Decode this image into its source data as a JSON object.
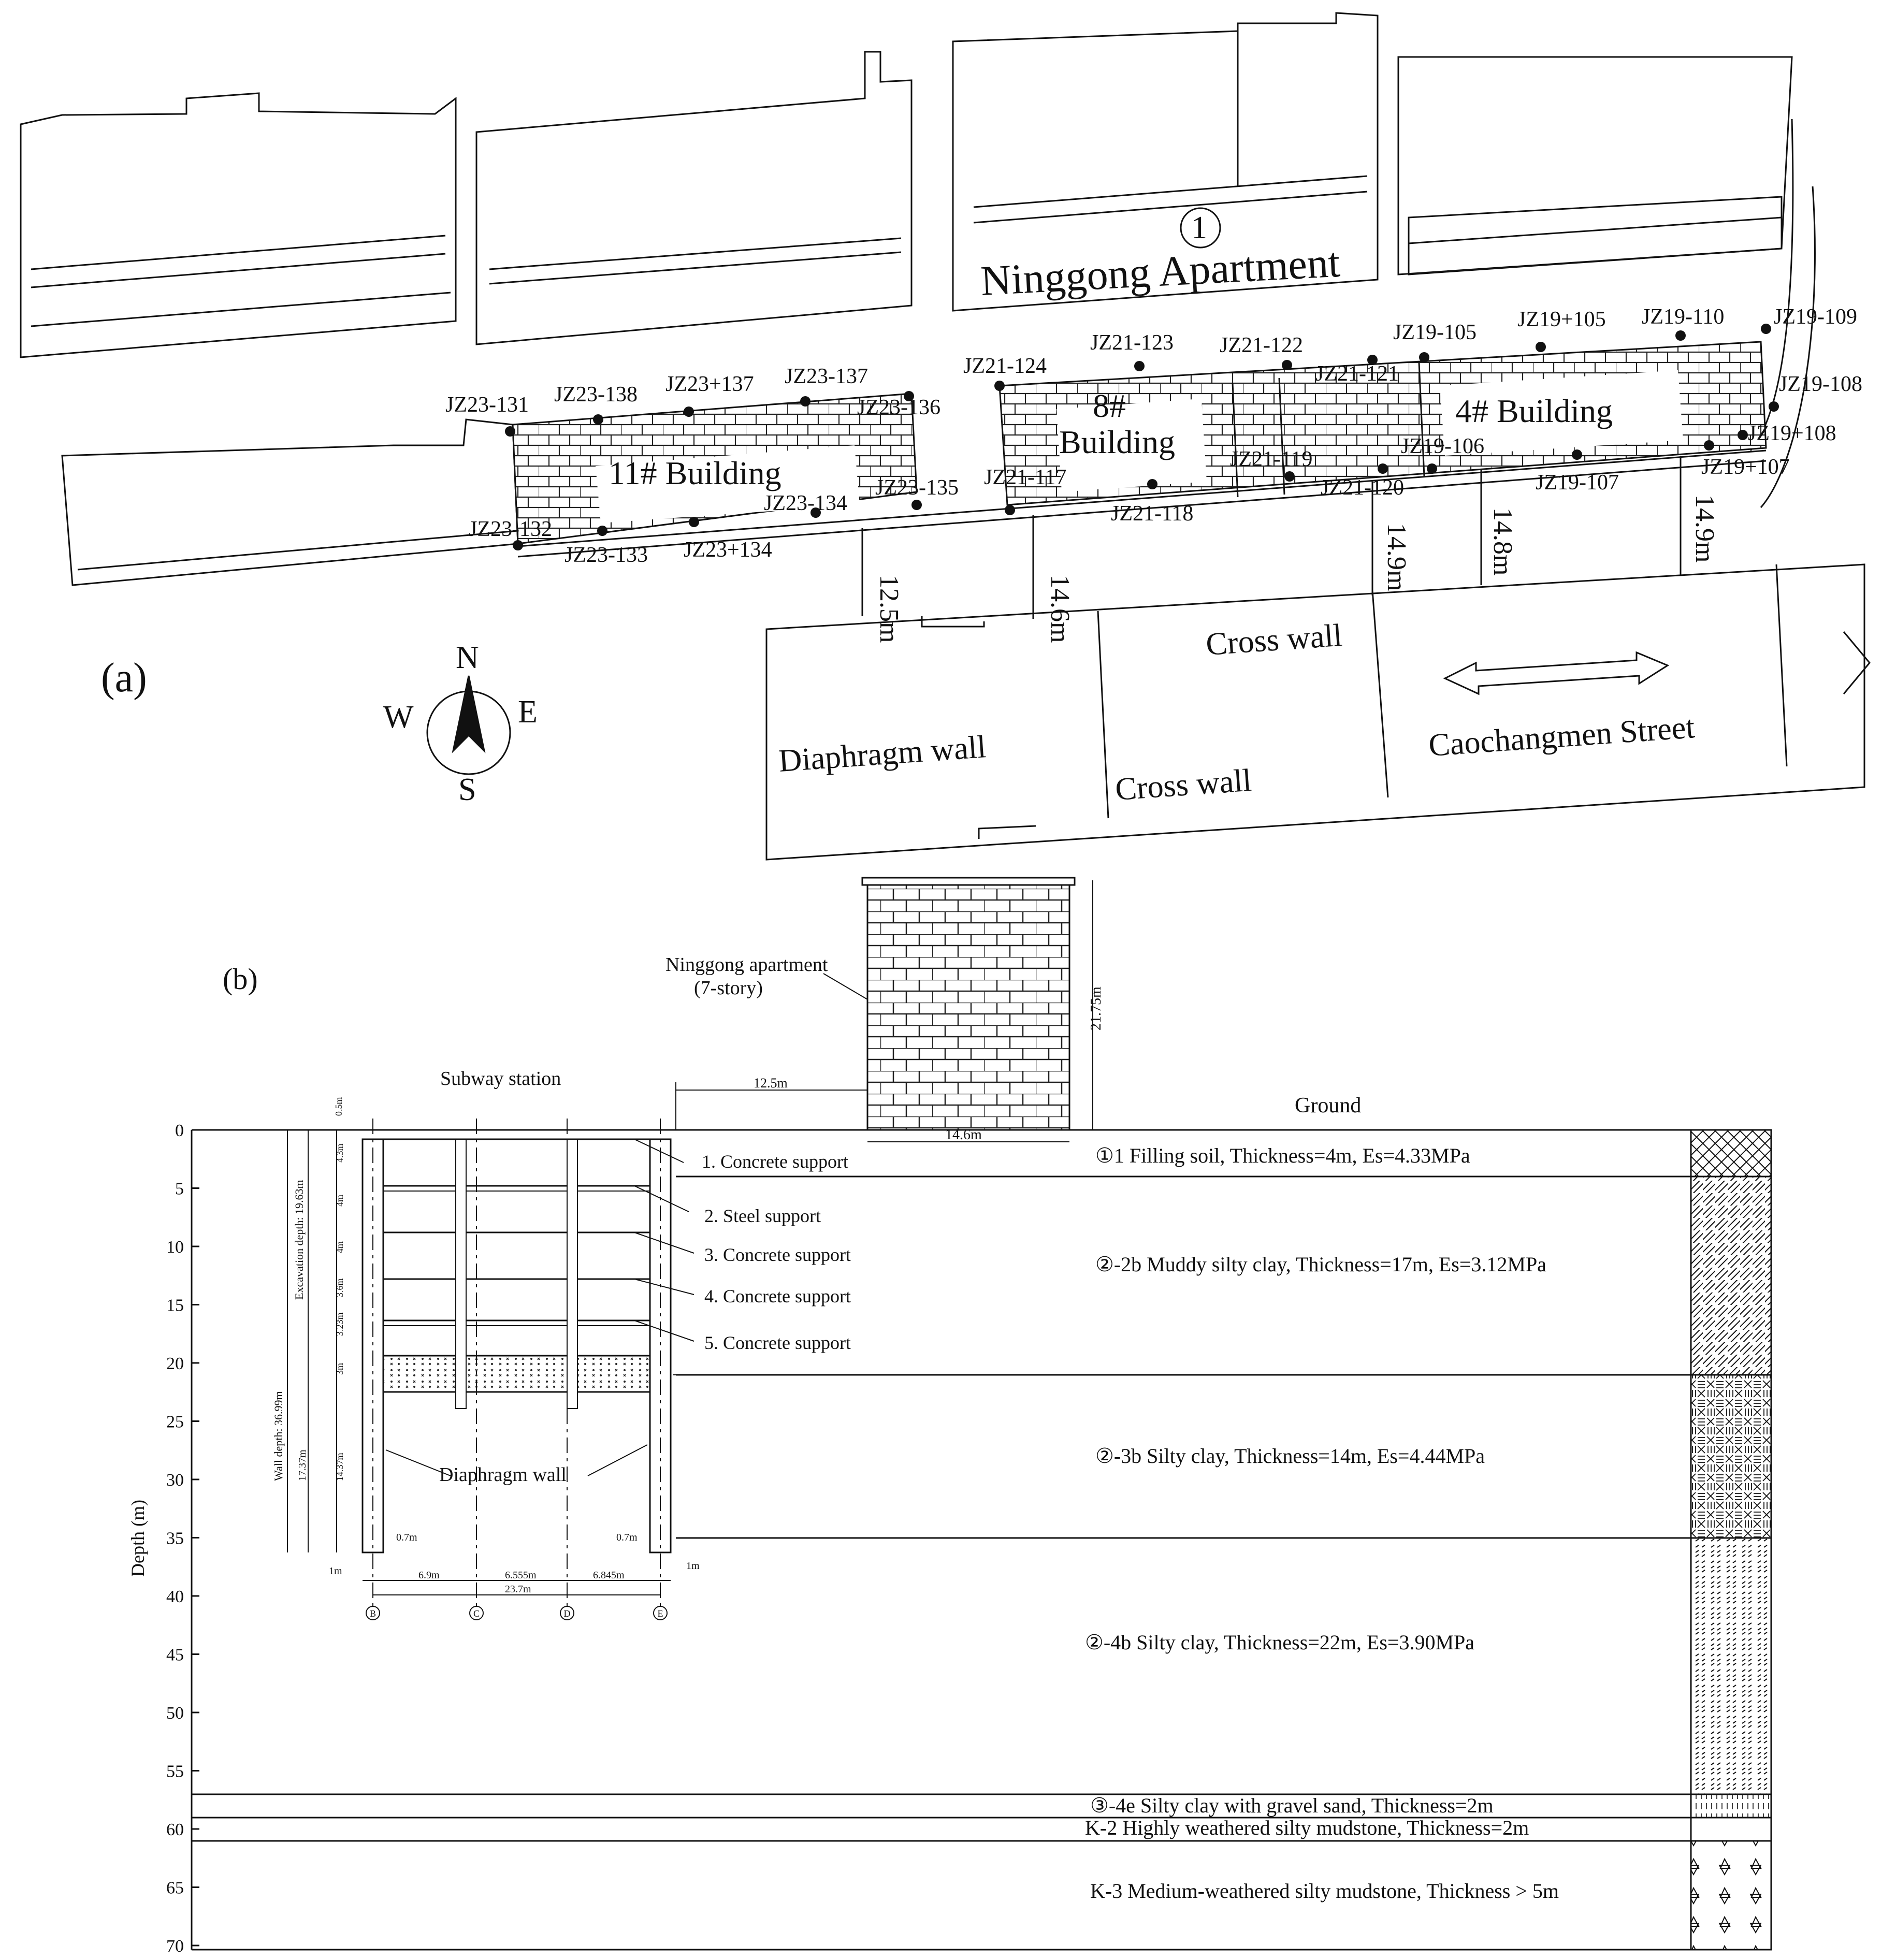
{
  "panel_a": {
    "label": "(a)",
    "apartment": {
      "circle_number": "1",
      "name": "Ninggong Apartment"
    },
    "buildings": [
      "11# Building",
      "8#",
      "Building",
      "4# Building"
    ],
    "monitoring_points": [
      "JZ23-131",
      "JZ23-138",
      "JZ23+137",
      "JZ23-137",
      "JZ23-136",
      "JZ23-135",
      "JZ23-134",
      "JZ23+134",
      "JZ23-133",
      "JZ23-132",
      "JZ21-124",
      "JZ21-123",
      "JZ21-122",
      "JZ21-121",
      "JZ21-119",
      "JZ21-120",
      "JZ21-118",
      "JZ21-117",
      "JZ19-105",
      "JZ19+105",
      "JZ19-110",
      "JZ19-109",
      "JZ19-108",
      "JZ19+108",
      "JZ19+107",
      "JZ19-107",
      "JZ19-106"
    ],
    "distances": [
      "12.5m",
      "14.6m",
      "14.9m",
      "14.8m",
      "14.9m"
    ],
    "station_labels": {
      "diaphragm_wall": "Diaphragm wall",
      "cross_wall_1": "Cross wall",
      "cross_wall_2": "Cross wall",
      "street": "Caochangmen Street"
    },
    "compass": {
      "n": "N",
      "s": "S",
      "e": "E",
      "w": "W"
    }
  },
  "panel_b": {
    "label": "(b)",
    "apartment_label": "Ninggong apartment",
    "apartment_sub": "(7-story)",
    "apartment_height": "21.75m",
    "apartment_width": "14.6m",
    "offset": "12.5m",
    "ground": "Ground",
    "station_title": "Subway station",
    "diaphragm_wall": "Diaphragm wall",
    "axis_label": "Depth (m)",
    "depth_ticks": [
      "0",
      "5",
      "10",
      "15",
      "20",
      "25",
      "30",
      "35",
      "40",
      "45",
      "50",
      "55",
      "60",
      "65",
      "70"
    ],
    "supports": [
      "1. Concrete support",
      "2. Steel support",
      "3. Concrete support",
      "4. Concrete support",
      "5. Concrete support"
    ],
    "section_dims": {
      "wall_depth": "Wall depth: 36.99m",
      "excavation_depth": "Excavation depth: 19.63m",
      "lower": "17.37m",
      "top": "0.5m",
      "levels": [
        "4.3m",
        "4m",
        "4m",
        "3.6m",
        "3.23m",
        "3m",
        "14.37m"
      ],
      "wall_thk_left": "0.7m",
      "wall_thk_right": "0.7m",
      "side_left": "1m",
      "side_right": "1m",
      "spans": [
        "6.9m",
        "6.555m",
        "6.845m"
      ],
      "total": "23.7m",
      "axes": [
        "B",
        "C",
        "D",
        "E"
      ]
    },
    "layers": [
      "①1 Filling soil, Thickness=4m, Es=4.33MPa",
      "②-2b Muddy silty clay, Thickness=17m, Es=3.12MPa",
      "②-3b Silty clay, Thickness=14m, Es=4.44MPa",
      "②-4b Silty clay, Thickness=22m, Es=3.90MPa",
      "③-4e Silty clay with gravel sand, Thickness=2m",
      "K-2 Highly weathered silty mudstone, Thickness=2m",
      "K-3 Medium-weathered silty mudstone, Thickness > 5m"
    ]
  }
}
